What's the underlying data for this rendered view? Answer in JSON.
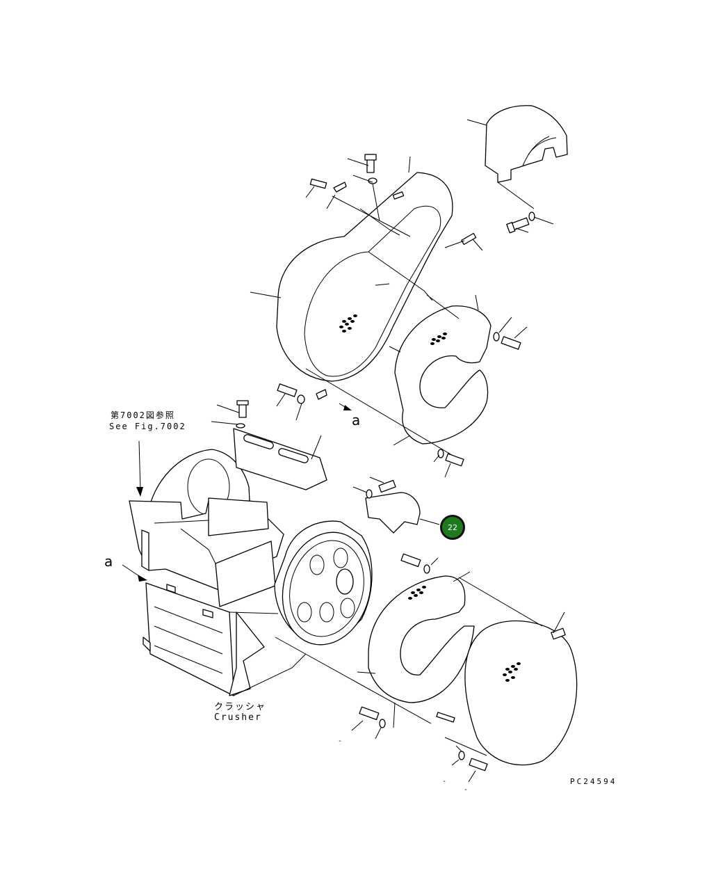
{
  "diagram": {
    "reference_label_ja": "第7002図参照",
    "reference_label_en": "See Fig.7002",
    "crusher_label_ja": "クラッシャ",
    "crusher_label_en": "Crusher",
    "view_marker_upper": "a",
    "view_marker_lower": "a",
    "figure_code": "PC24594",
    "dash_marks": [
      "-",
      "-",
      "-"
    ],
    "callout": {
      "number": "22",
      "fill_color": "#1f7a1f",
      "border_color": "#111111"
    },
    "line_color": "#000000",
    "background_color": "#ffffff"
  }
}
